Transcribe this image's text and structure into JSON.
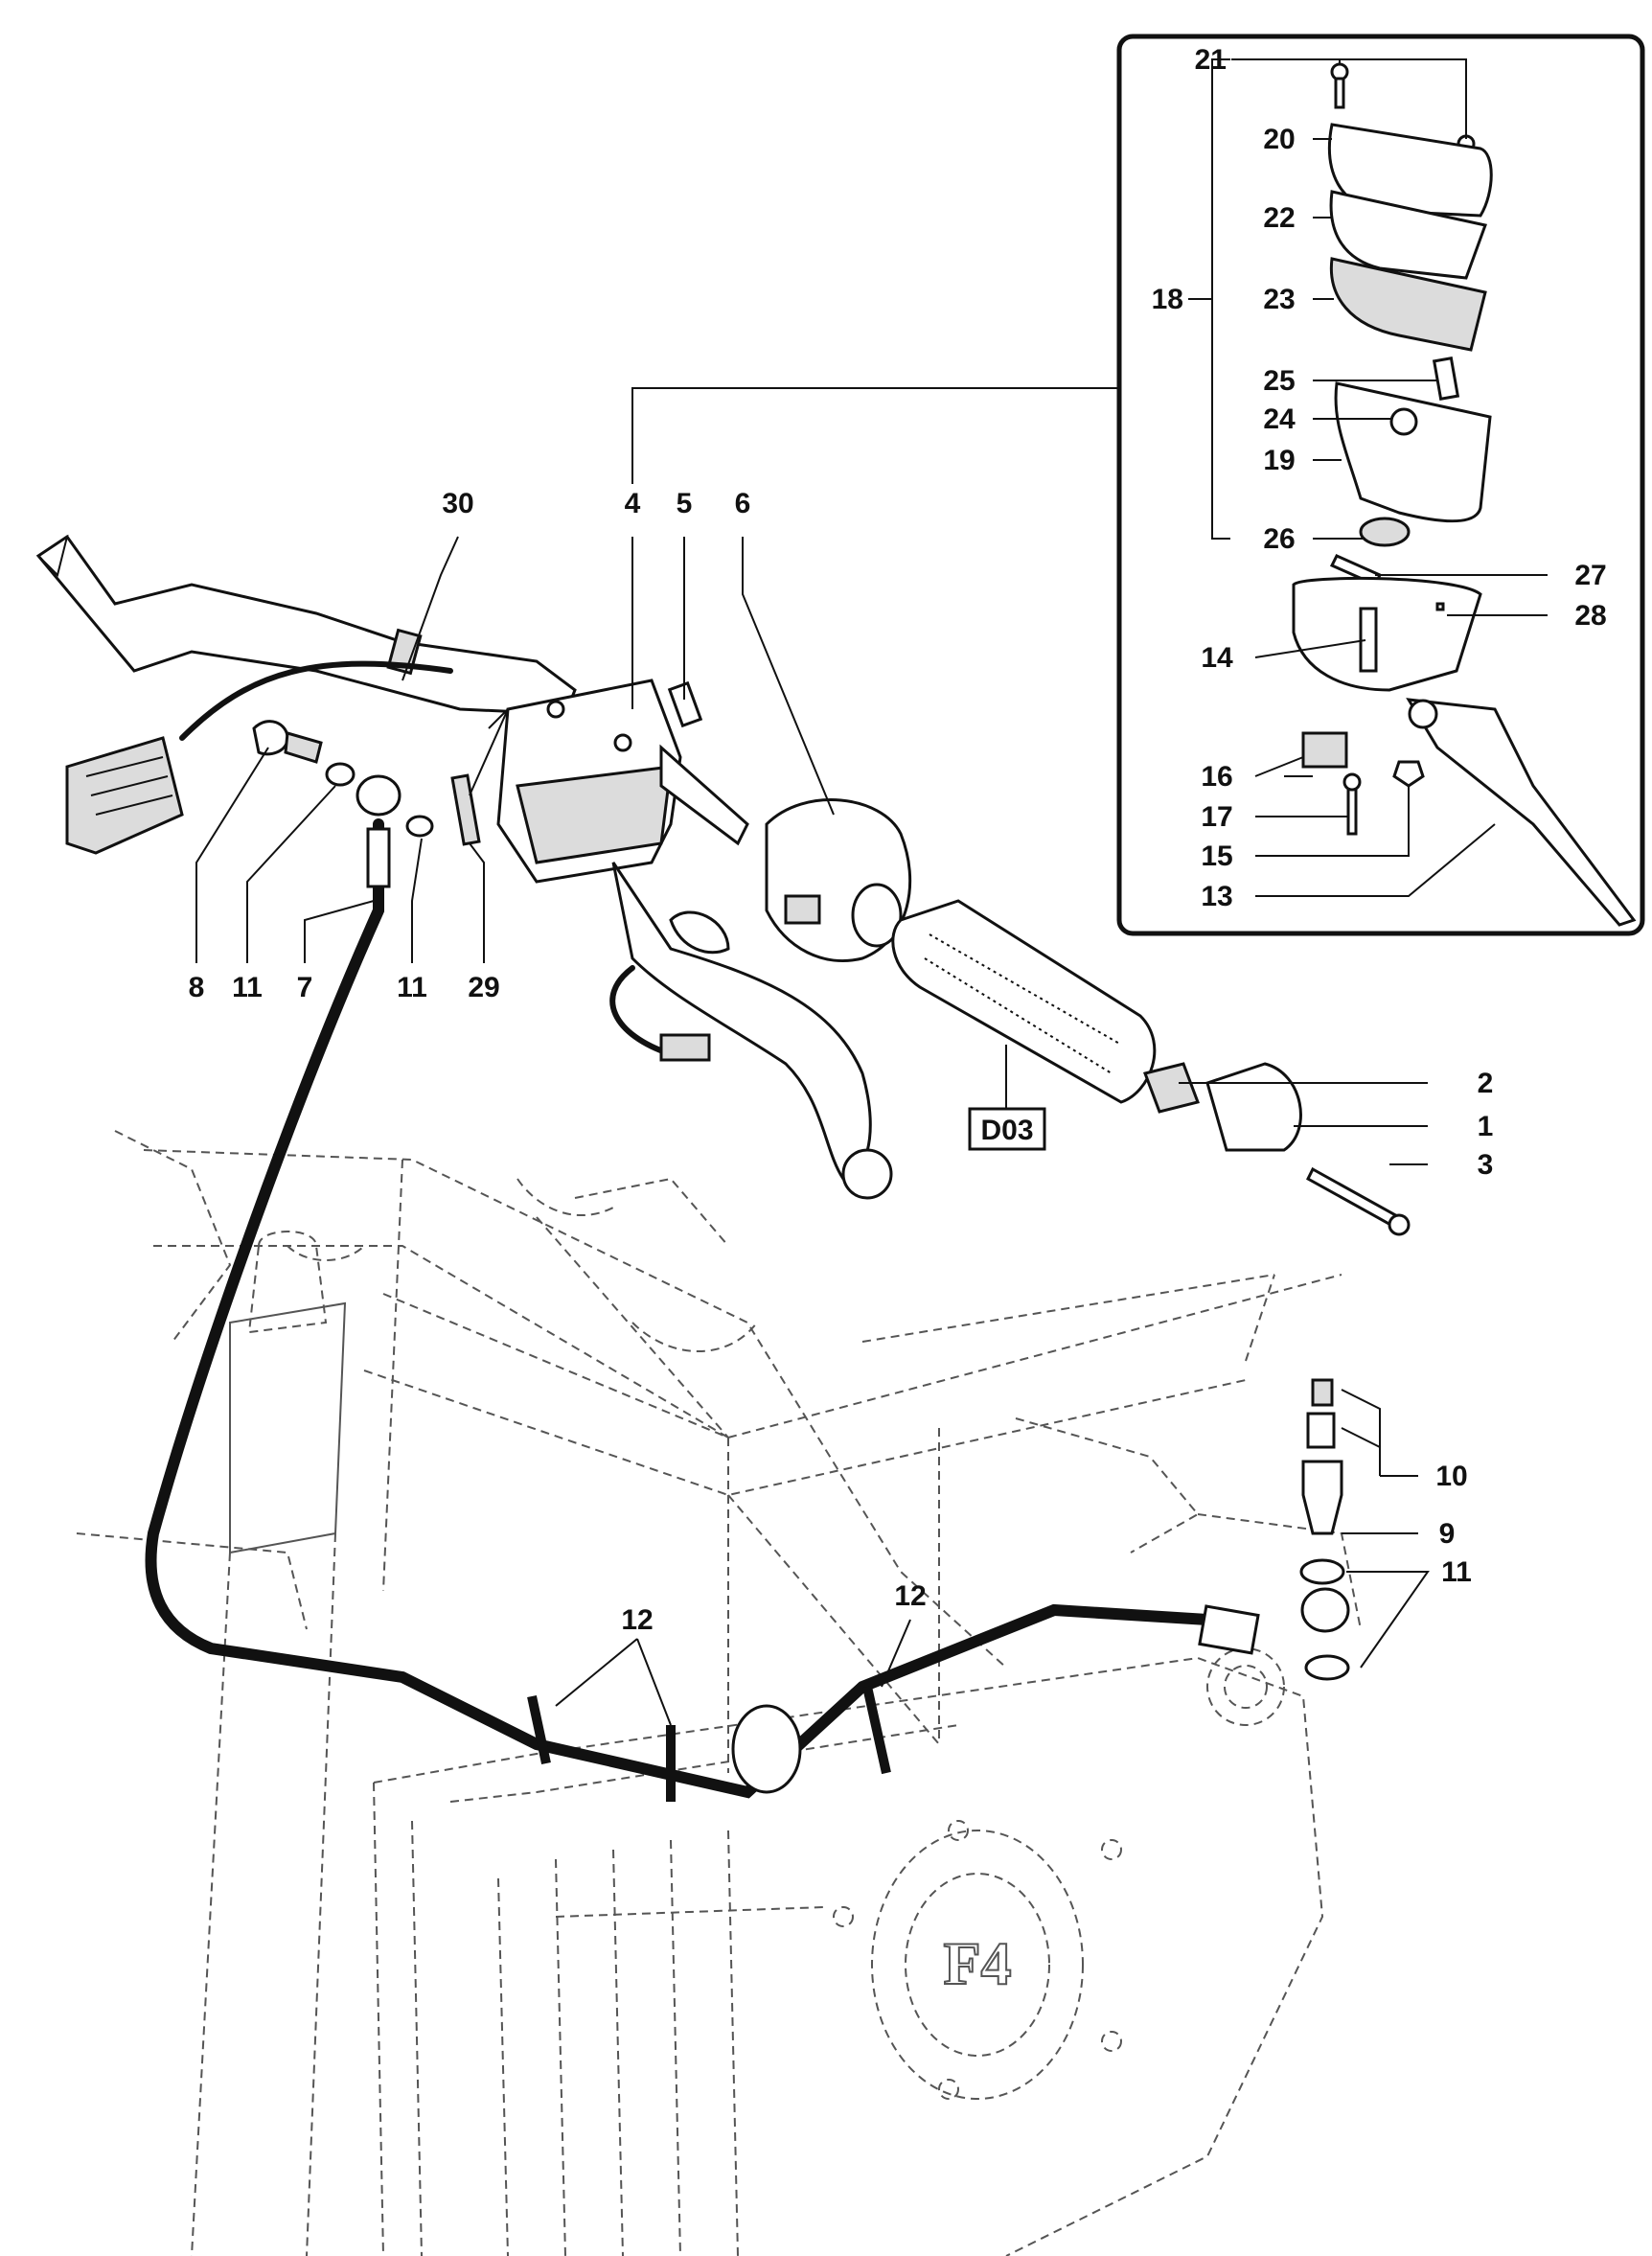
{
  "callouts": {
    "c1": "1",
    "c2": "2",
    "c3": "3",
    "c4": "4",
    "c4i": "4",
    "c5": "5",
    "c6": "6",
    "c7": "7",
    "c8": "8",
    "c9": "9",
    "c10": "10",
    "c11a": "11",
    "c11b": "11",
    "c11c": "11",
    "c12a": "12",
    "c12b": "12",
    "c13": "13",
    "c14": "14",
    "c15": "15",
    "c16": "16",
    "c17": "17",
    "c18": "18",
    "c19": "19",
    "c20": "20",
    "c21": "21",
    "c22": "22",
    "c23": "23",
    "c24": "24",
    "c25": "25",
    "c26": "26",
    "c27": "27",
    "c28": "28",
    "c29": "29",
    "c30": "30"
  },
  "ref_box": "D03",
  "engine_logo": "F4"
}
